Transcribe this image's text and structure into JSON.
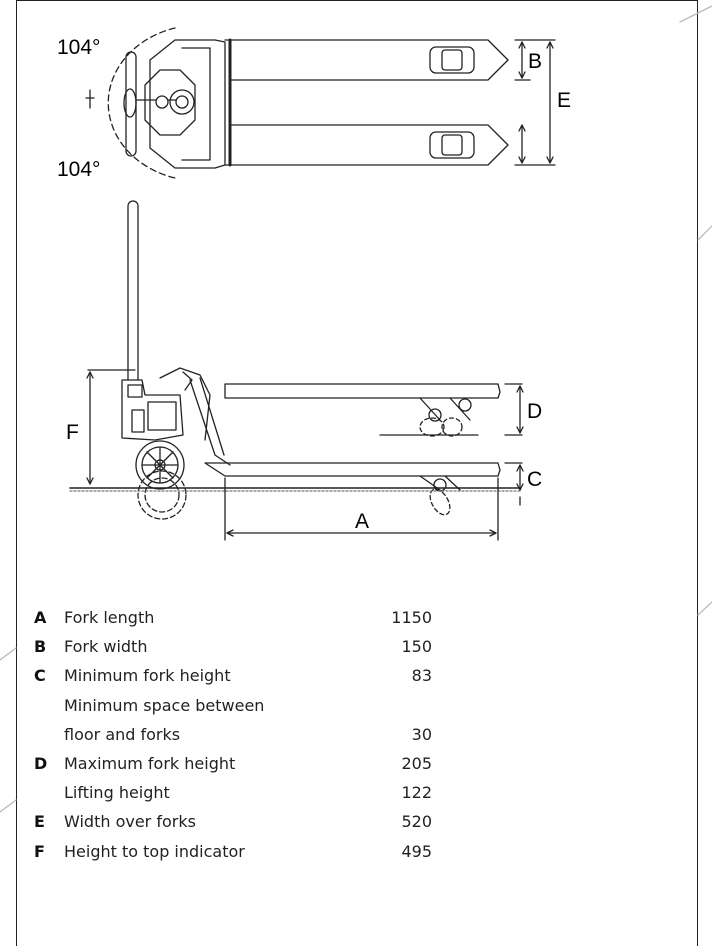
{
  "drawing": {
    "angle_top": "104°",
    "angle_bottom": "104°",
    "dim_labels": {
      "A": "A",
      "B": "B",
      "C": "C",
      "D": "D",
      "E": "E",
      "F": "F"
    }
  },
  "specs": [
    {
      "code": "A",
      "label": "Fork length",
      "value": "1150"
    },
    {
      "code": "B",
      "label": "Fork width",
      "value": "150"
    },
    {
      "code": "C",
      "label": "Minimum fork height",
      "value": "83"
    },
    {
      "code": "",
      "label": "Minimum space between",
      "value": ""
    },
    {
      "code": "",
      "label": "floor and forks",
      "value": "30"
    },
    {
      "code": "D",
      "label": "Maximum fork height",
      "value": "205"
    },
    {
      "code": "",
      "label": "Lifting height",
      "value": "122"
    },
    {
      "code": "E",
      "label": "Width over forks",
      "value": "520"
    },
    {
      "code": "F",
      "label": "Height to top indicator",
      "value": "495"
    }
  ]
}
